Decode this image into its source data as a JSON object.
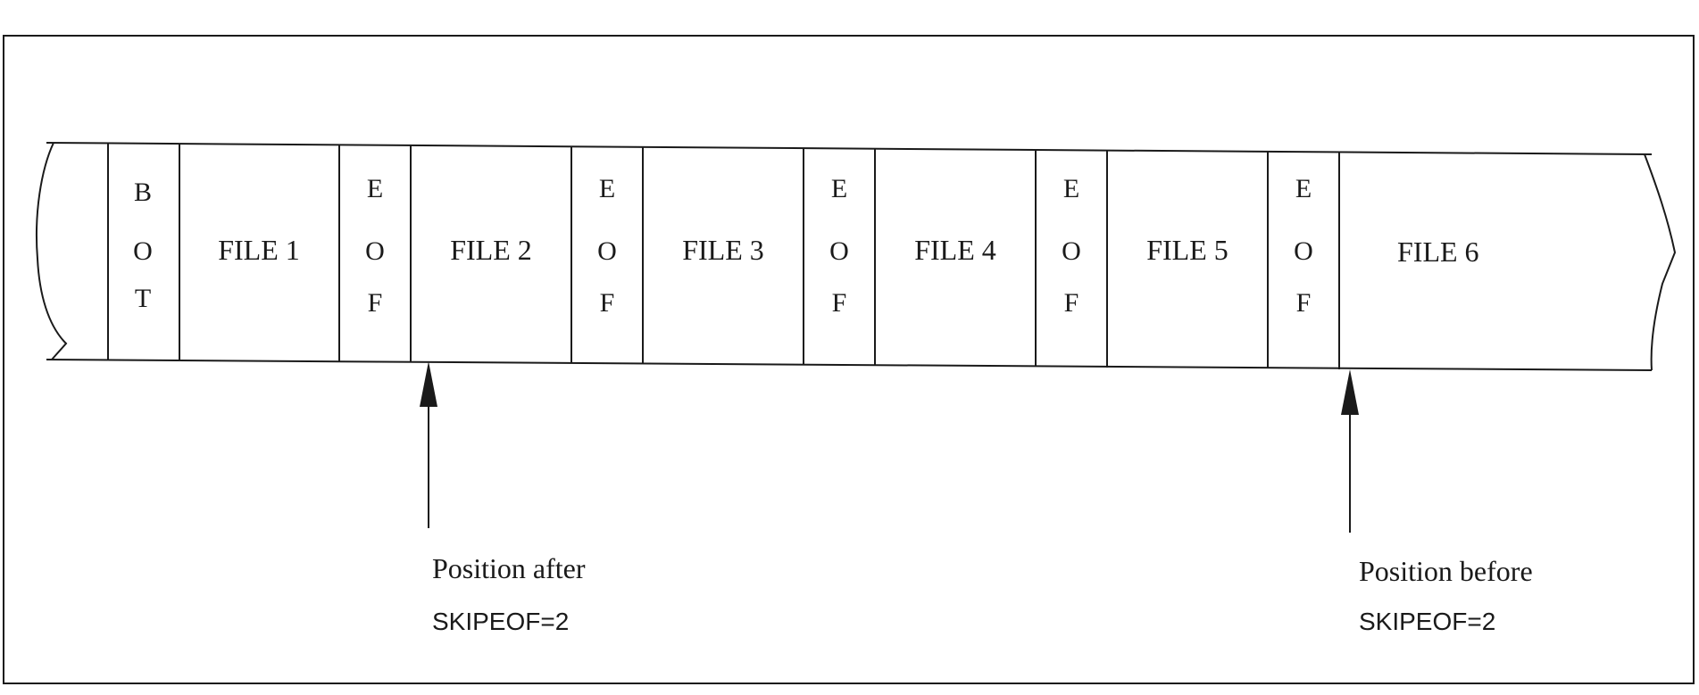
{
  "tape": {
    "segments": [
      {
        "kind": "marker",
        "letters": [
          "B",
          "O",
          "T"
        ]
      },
      {
        "kind": "file",
        "label": "FILE 1"
      },
      {
        "kind": "marker",
        "letters": [
          "E",
          "O",
          "F"
        ]
      },
      {
        "kind": "file",
        "label": "FILE 2"
      },
      {
        "kind": "marker",
        "letters": [
          "E",
          "O",
          "F"
        ]
      },
      {
        "kind": "file",
        "label": "FILE 3"
      },
      {
        "kind": "marker",
        "letters": [
          "E",
          "O",
          "F"
        ]
      },
      {
        "kind": "file",
        "label": "FILE 4"
      },
      {
        "kind": "marker",
        "letters": [
          "E",
          "O",
          "F"
        ]
      },
      {
        "kind": "file",
        "label": "FILE 5"
      },
      {
        "kind": "marker",
        "letters": [
          "E",
          "O",
          "F"
        ]
      },
      {
        "kind": "file",
        "label": "FILE 6"
      }
    ]
  },
  "pointers": [
    {
      "name": "position-after",
      "line1": "Position after",
      "line2": "SKIPEOF=2"
    },
    {
      "name": "position-before",
      "line1": "Position before",
      "line2": "SKIPEOF=2"
    }
  ],
  "colors": {
    "ink": "#1a1a1a",
    "background": "#ffffff"
  }
}
